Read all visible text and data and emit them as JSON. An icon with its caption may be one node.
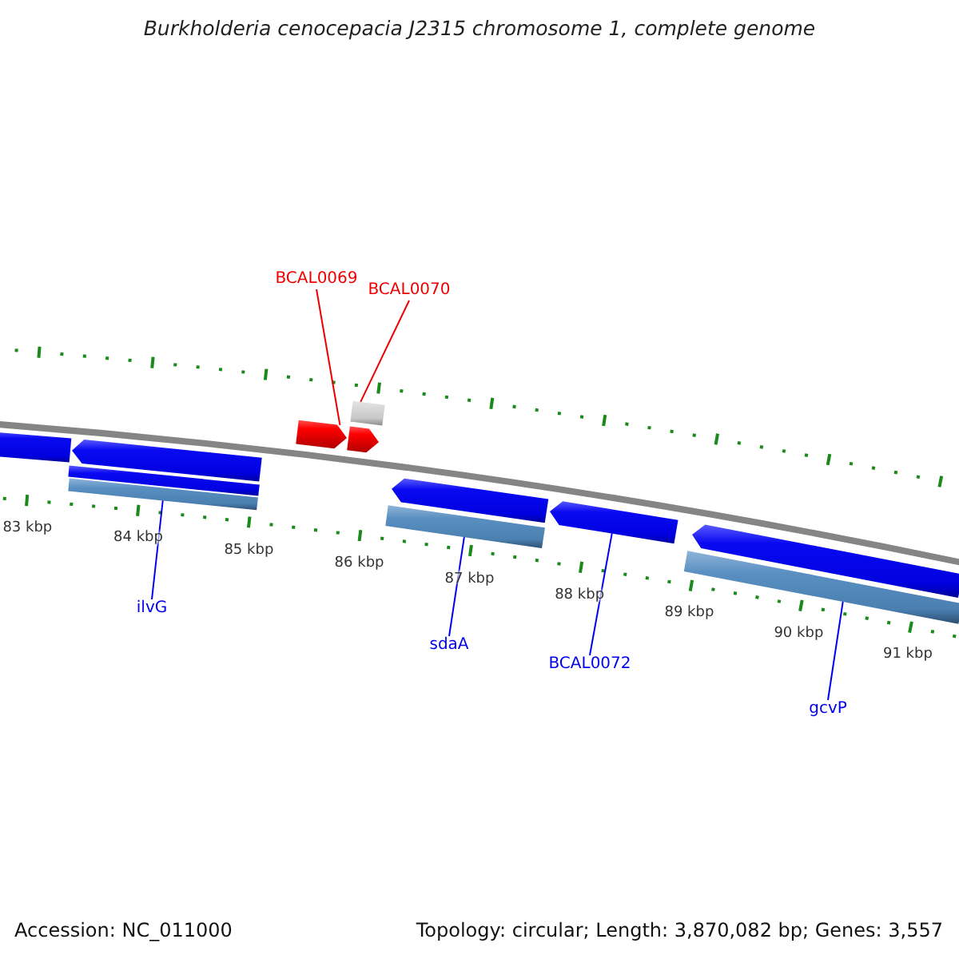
{
  "diagram": {
    "title": "Burkholderia cenocepacia J2315 chromosome 1, complete genome",
    "nodes": [
      {
        "text": [
          "BCAL0069"
        ]
      },
      {
        "text": [
          "BCAL0070"
        ]
      },
      {
        "text": [],
        "shape": "bar"
      },
      {
        "text": [],
        "shape": "bar"
      },
      {
        "text": [],
        "shape": "bar"
      },
      {
        "text": [],
        "shape": "bar"
      },
      {
        "text": [],
        "shape": "bar"
      },
      {
        "text": [],
        "shape": "bar"
      },
      {
        "text": [],
        "shape": "bar"
      },
      {
        "text": [],
        "shape": "bar"
      },
      {
        "text": [
          "ilvG"
        ]
      },
      {
        "text": [
          "sdaA"
        ]
      },
      {
        "text": [
          "BCAL0072"
        ]
      },
      {
        "text": [
          "gcvP"
        ]
      }
    ],
    "edges": [
      {
        "from": 0,
        "to": 4,
        "arrow": "none",
        "color": "#ee0000"
      },
      {
        "from": 1,
        "to": 6,
        "arrow": "none",
        "color": "#ee0000"
      },
      {
        "from": 10,
        "to": 3,
        "arrow": "none"
      },
      {
        "from": 11,
        "to": 7,
        "arrow": "none"
      },
      {
        "from": 12,
        "to": 8,
        "arrow": "none"
      },
      {
        "from": 13,
        "to": 9,
        "arrow": "none"
      }
    ],
    "labels": [
      "83 kbp",
      "84 kbp",
      "85 kbp",
      "86 kbp",
      "87 kbp",
      "88 kbp",
      "89 kbp",
      "90 kbp",
      "91 kbp",
      "Accession: NC_011000",
      "Topology: circular; Length: 3,870,082 bp; Genes: 3,557"
    ]
  }
}
